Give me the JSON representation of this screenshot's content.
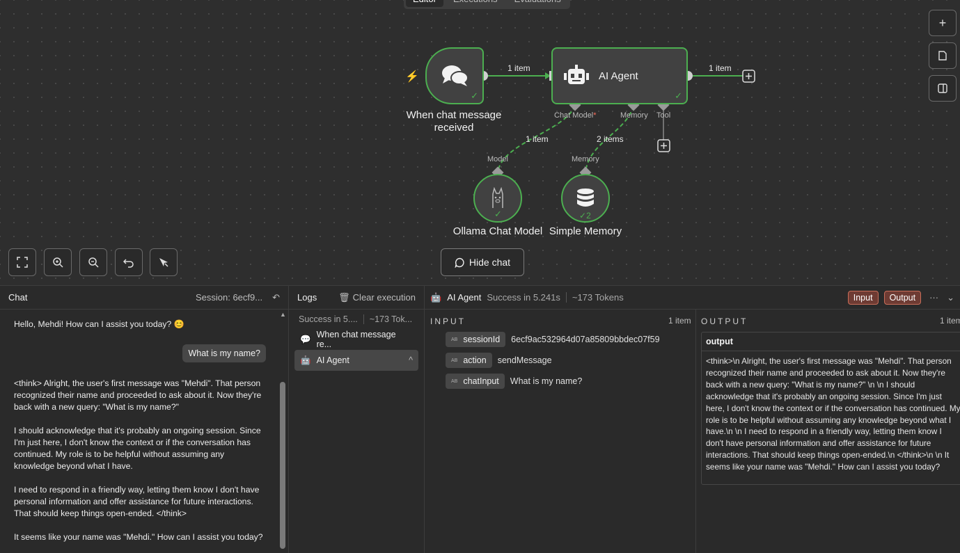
{
  "top_tabs": [
    "Editor",
    "Executions",
    "Evaluations"
  ],
  "canvas": {
    "trigger_node": {
      "label_line1": "When chat message",
      "label_line2": "received"
    },
    "agent_node": {
      "label": "AI Agent"
    },
    "ollama_node": {
      "label": "Ollama Chat Model"
    },
    "memory_node": {
      "label": "Simple Memory",
      "count": "2"
    },
    "edges": {
      "trigger_to_agent": "1 item",
      "agent_out": "1 item",
      "model_link": "1 item",
      "memory_link": "2 items"
    },
    "ports": {
      "chat_model": "Chat Model",
      "chat_model_required": "*",
      "memory": "Memory",
      "tool": "Tool",
      "model": "Model",
      "memory_in": "Memory"
    },
    "hide_chat_label": "Hide chat"
  },
  "chat": {
    "title": "Chat",
    "session": "Session: 6ecf9...",
    "greeting": "Hello, Mehdi! How can I assist you today? 😊",
    "user_message": "What is my name?",
    "reply_paragraphs": [
      "<think> Alright, the user's first message was \"Mehdi\". That person recognized their name and proceeded to ask about it. Now they're back with a new query: \"What is my name?\"",
      "I should acknowledge that it's probably an ongoing session. Since I'm just here, I don't know the context or if the conversation has continued. My role is to be helpful without assuming any knowledge beyond what I have.",
      "I need to respond in a friendly way, letting them know I don't have personal information and offer assistance for future interactions. That should keep things open-ended. </think>",
      "It seems like your name was \"Mehdi.\" How can I assist you today?"
    ]
  },
  "logs": {
    "title": "Logs",
    "clear_label": "Clear execution",
    "status": "Success in 5....",
    "tokens": "~173 Tok...",
    "items": [
      "When chat message re...",
      "AI Agent"
    ]
  },
  "agent_panel": {
    "title": "AI Agent",
    "status": "Success in 5.241s",
    "tokens": "~173 Tokens",
    "input_btn": "Input",
    "output_btn": "Output",
    "input_header": "INPUT",
    "input_count": "1 item",
    "output_header": "OUTPUT",
    "output_count": "1 item",
    "input_fields": [
      {
        "key": "sessionId",
        "value": "6ecf9ac532964d07a85809bbdec07f59"
      },
      {
        "key": "action",
        "value": "sendMessage"
      },
      {
        "key": "chatInput",
        "value": "What is my name?"
      }
    ],
    "output_key": "output",
    "output_value": "<think>\\n Alright, the user's first message was \"Mehdi\". That person recognized their name and proceeded to ask about it. Now they're back with a new query: \"What is my name?\" \\n \\n I should acknowledge that it's probably an ongoing session. Since I'm just here, I don't know the context or if the conversation has continued. My role is to be helpful without assuming any knowledge beyond what I have.\\n \\n I need to respond in a friendly way, letting them know I don't have personal information and offer assistance for future interactions. That should keep things open-ended.\\n </think>\\n \\n It seems like your name was \"Mehdi.\" How can I assist you today?"
  },
  "colors": {
    "success": "#4caf50",
    "accent": "#ff6d5a"
  }
}
